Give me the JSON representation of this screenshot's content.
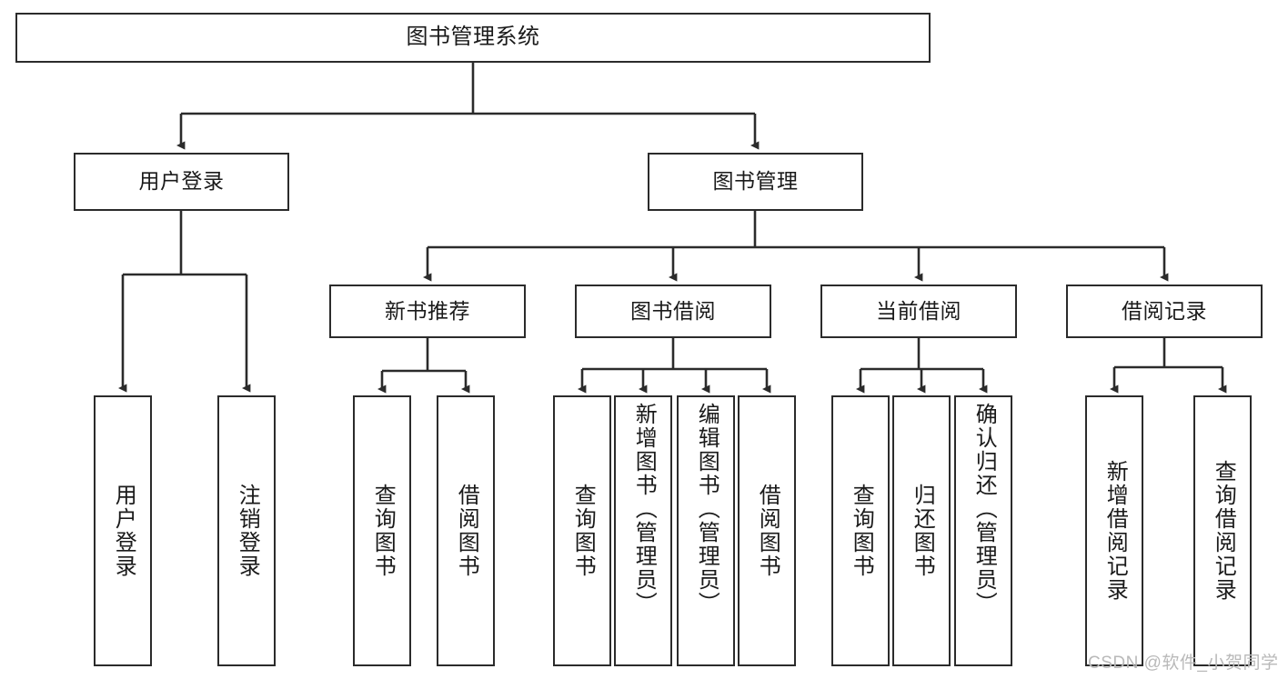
{
  "diagram": {
    "title": "图书管理系统",
    "type": "hierarchy-tree",
    "orientation": "top-down",
    "colors": {
      "box_border": "#2b2b2b",
      "box_fill": "#ffffff",
      "edge": "#2b2b2b",
      "text": "#1a1a1a",
      "watermark": "#b9b9b9",
      "background": "#ffffff"
    },
    "levels": {
      "level1": "root",
      "level2": "modules",
      "level3": "submodules",
      "level4": "functions"
    },
    "root": {
      "label": "图书管理系统"
    },
    "level2": [
      {
        "id": "user-login",
        "label": "用户登录"
      },
      {
        "id": "book-manage",
        "label": "图书管理"
      }
    ],
    "level3": [
      {
        "id": "new-book-recommend",
        "label": "新书推荐",
        "parent": "book-manage"
      },
      {
        "id": "book-borrow",
        "label": "图书借阅",
        "parent": "book-manage"
      },
      {
        "id": "current-borrow",
        "label": "当前借阅",
        "parent": "book-manage"
      },
      {
        "id": "borrow-record",
        "label": "借阅记录",
        "parent": "book-manage"
      }
    ],
    "leaves": [
      {
        "id": "leaf-user-login",
        "label": "用户登录",
        "parent": "user-login"
      },
      {
        "id": "leaf-user-logout",
        "label": "注销登录",
        "parent": "user-login"
      },
      {
        "id": "leaf-query-book-1",
        "label": "查询图书",
        "parent": "new-book-recommend"
      },
      {
        "id": "leaf-borrow-book-1",
        "label": "借阅图书",
        "parent": "new-book-recommend"
      },
      {
        "id": "leaf-query-book-2",
        "label": "查询图书",
        "parent": "book-borrow"
      },
      {
        "id": "leaf-add-book",
        "label": "新增图书（管理员）",
        "parent": "book-borrow"
      },
      {
        "id": "leaf-edit-book",
        "label": "编辑图书（管理员）",
        "parent": "book-borrow"
      },
      {
        "id": "leaf-borrow-book-2",
        "label": "借阅图书",
        "parent": "book-borrow"
      },
      {
        "id": "leaf-query-book-3",
        "label": "查询图书",
        "parent": "current-borrow"
      },
      {
        "id": "leaf-return-book",
        "label": "归还图书",
        "parent": "current-borrow"
      },
      {
        "id": "leaf-confirm-return",
        "label": "确认归还（管理员）",
        "parent": "current-borrow"
      },
      {
        "id": "leaf-add-record",
        "label": "新增借阅记录",
        "parent": "borrow-record"
      },
      {
        "id": "leaf-query-record",
        "label": "查询借阅记录",
        "parent": "borrow-record"
      }
    ]
  },
  "watermark": {
    "text": "CSDN @软件_小贺同学"
  }
}
